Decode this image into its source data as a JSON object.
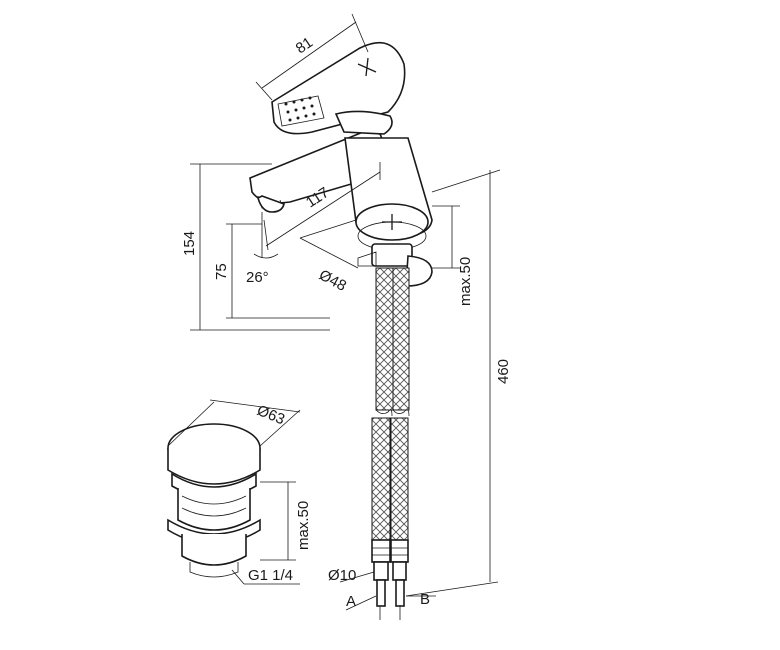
{
  "dimensions": {
    "lever_length": "81",
    "spout_reach": "117",
    "total_height": "154",
    "spout_height": "75",
    "angle": "26°",
    "base_diameter": "Ø48",
    "mount_thickness": "max.50",
    "hose_length": "460",
    "drain_diameter": "Ø63",
    "drain_thickness": "max.50",
    "drain_thread": "G1 1/4",
    "hose_diameter": "Ø10"
  },
  "labels": {
    "hose_a": "A",
    "hose_b": "B"
  }
}
